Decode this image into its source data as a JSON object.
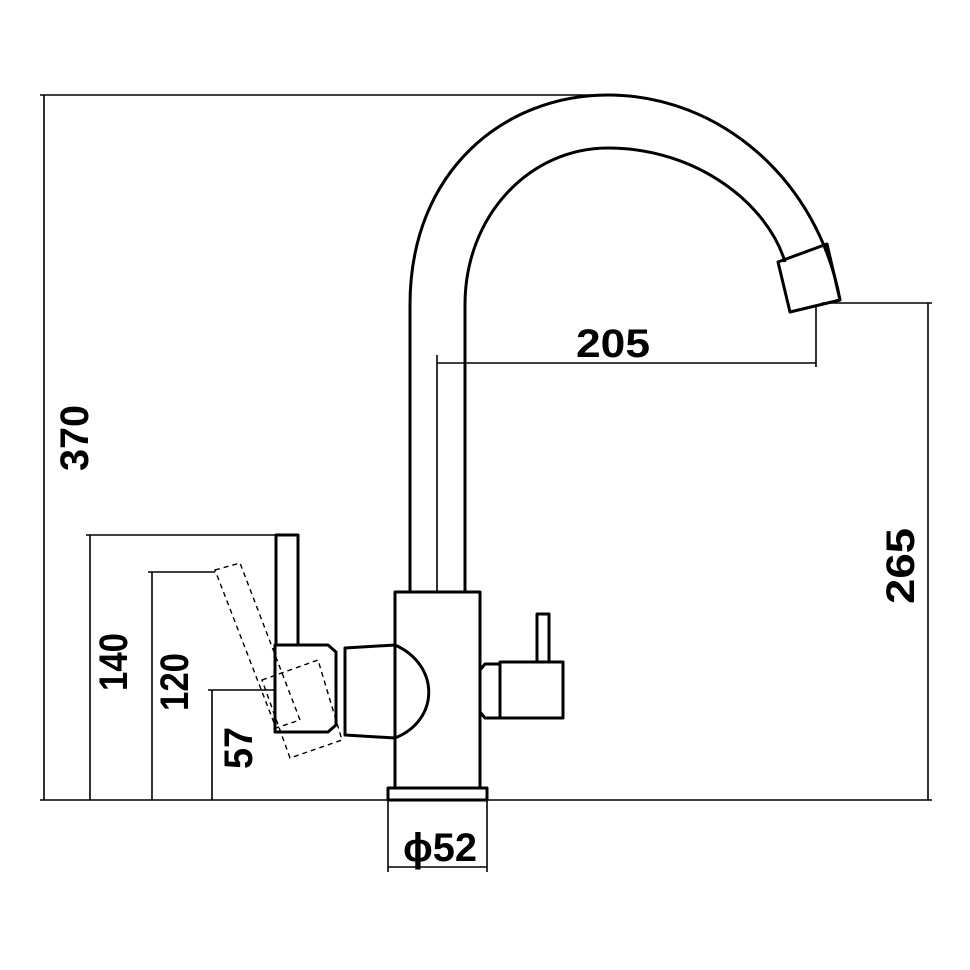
{
  "dimensions": {
    "total_height": "370",
    "spout_reach": "205",
    "spout_height": "265",
    "lever_140": "140",
    "lever_120": "120",
    "lever_57": "57",
    "base_diameter": "ϕ52"
  },
  "colors": {
    "line": "#000000",
    "background": "#ffffff"
  }
}
